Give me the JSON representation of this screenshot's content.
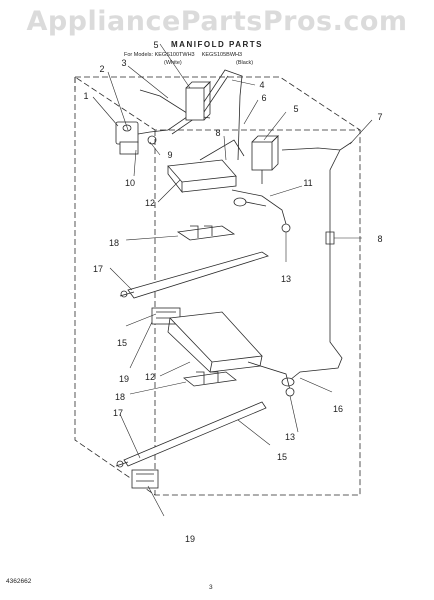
{
  "watermark": "AppliancePartsPros.com",
  "title": "MANIFOLD PARTS",
  "subtitle": {
    "for_models_prefix": "For Models:",
    "model_a": "KEGS100TWH3",
    "model_b": "KEGS105BWH3",
    "finish_a": "(White)",
    "finish_b": "(Black)"
  },
  "callouts": [
    "1",
    "2",
    "3",
    "4",
    "5",
    "5",
    "6",
    "7",
    "8",
    "8",
    "9",
    "10",
    "11",
    "12",
    "12",
    "13",
    "13",
    "15",
    "15",
    "16",
    "17",
    "17",
    "18",
    "18",
    "19",
    "19"
  ],
  "footer": {
    "code": "4362662",
    "page_number": "3"
  },
  "colors": {
    "line": "#2a2a2a",
    "watermark": "#bbbbbb"
  }
}
